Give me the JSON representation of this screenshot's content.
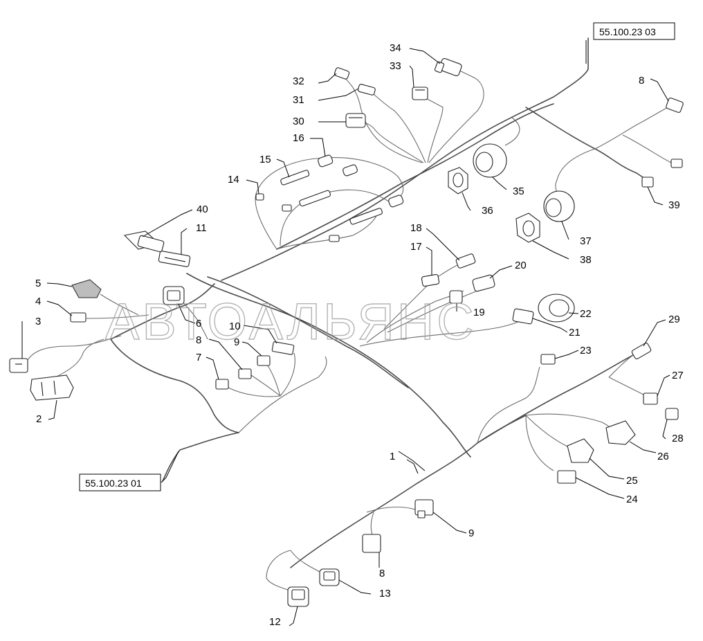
{
  "reference_labels": {
    "top": "55.100.23 03",
    "bottom": "55.100.23 01"
  },
  "watermark": "АВТОАЛЬЯНС",
  "callouts": [
    {
      "id": "c34",
      "text": "34"
    },
    {
      "id": "c33",
      "text": "33"
    },
    {
      "id": "c32",
      "text": "32"
    },
    {
      "id": "c31",
      "text": "31"
    },
    {
      "id": "c30",
      "text": "30"
    },
    {
      "id": "c16",
      "text": "16"
    },
    {
      "id": "c15",
      "text": "15"
    },
    {
      "id": "c14",
      "text": "14"
    },
    {
      "id": "c40",
      "text": "40"
    },
    {
      "id": "c11",
      "text": "11"
    },
    {
      "id": "c5",
      "text": "5"
    },
    {
      "id": "c4",
      "text": "4"
    },
    {
      "id": "c3",
      "text": "3"
    },
    {
      "id": "c2",
      "text": "2"
    },
    {
      "id": "c6",
      "text": "6"
    },
    {
      "id": "c8a",
      "text": "8"
    },
    {
      "id": "c9a",
      "text": "9"
    },
    {
      "id": "c10",
      "text": "10"
    },
    {
      "id": "c7",
      "text": "7"
    },
    {
      "id": "c18",
      "text": "18"
    },
    {
      "id": "c17",
      "text": "17"
    },
    {
      "id": "c20",
      "text": "20"
    },
    {
      "id": "c19",
      "text": "19"
    },
    {
      "id": "c22",
      "text": "22"
    },
    {
      "id": "c21",
      "text": "21"
    },
    {
      "id": "c23",
      "text": "23"
    },
    {
      "id": "c29",
      "text": "29"
    },
    {
      "id": "c27",
      "text": "27"
    },
    {
      "id": "c28",
      "text": "28"
    },
    {
      "id": "c26",
      "text": "26"
    },
    {
      "id": "c25",
      "text": "25"
    },
    {
      "id": "c24",
      "text": "24"
    },
    {
      "id": "c1",
      "text": "1"
    },
    {
      "id": "c9b",
      "text": "9"
    },
    {
      "id": "c8b",
      "text": "8"
    },
    {
      "id": "c13",
      "text": "13"
    },
    {
      "id": "c12",
      "text": "12"
    },
    {
      "id": "c8c",
      "text": "8"
    },
    {
      "id": "c39",
      "text": "39"
    },
    {
      "id": "c35",
      "text": "35"
    },
    {
      "id": "c36",
      "text": "36"
    },
    {
      "id": "c37",
      "text": "37"
    },
    {
      "id": "c38",
      "text": "38"
    }
  ]
}
